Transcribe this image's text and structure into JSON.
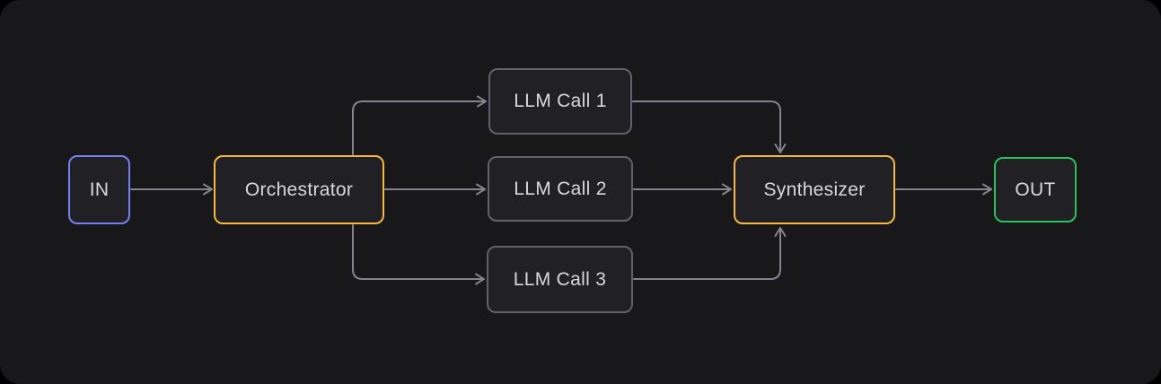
{
  "colors": {
    "page-bg": "#000000",
    "canvas-bg": "#18181b",
    "node-fill": "#212125",
    "node-border-default": "#60616a",
    "accent-input": "#7680f2",
    "accent-orchestrator": "#f4b843",
    "accent-output": "#2cc05d",
    "connector": "#84848d",
    "text": "#d8d8dc"
  },
  "diagram": {
    "nodes": [
      {
        "id": "in",
        "label": "IN",
        "role": "input"
      },
      {
        "id": "orchestrator",
        "label": "Orchestrator",
        "role": "orchestrator"
      },
      {
        "id": "llm-call-1",
        "label": "LLM Call 1",
        "role": "worker"
      },
      {
        "id": "llm-call-2",
        "label": "LLM Call 2",
        "role": "worker"
      },
      {
        "id": "llm-call-3",
        "label": "LLM Call 3",
        "role": "worker"
      },
      {
        "id": "synthesizer",
        "label": "Synthesizer",
        "role": "orchestrator"
      },
      {
        "id": "out",
        "label": "OUT",
        "role": "output"
      }
    ],
    "edges": [
      {
        "from": "in",
        "to": "orchestrator"
      },
      {
        "from": "orchestrator",
        "to": "llm-call-1"
      },
      {
        "from": "orchestrator",
        "to": "llm-call-2"
      },
      {
        "from": "orchestrator",
        "to": "llm-call-3"
      },
      {
        "from": "llm-call-1",
        "to": "synthesizer"
      },
      {
        "from": "llm-call-2",
        "to": "synthesizer"
      },
      {
        "from": "llm-call-3",
        "to": "synthesizer"
      },
      {
        "from": "synthesizer",
        "to": "out"
      }
    ]
  }
}
